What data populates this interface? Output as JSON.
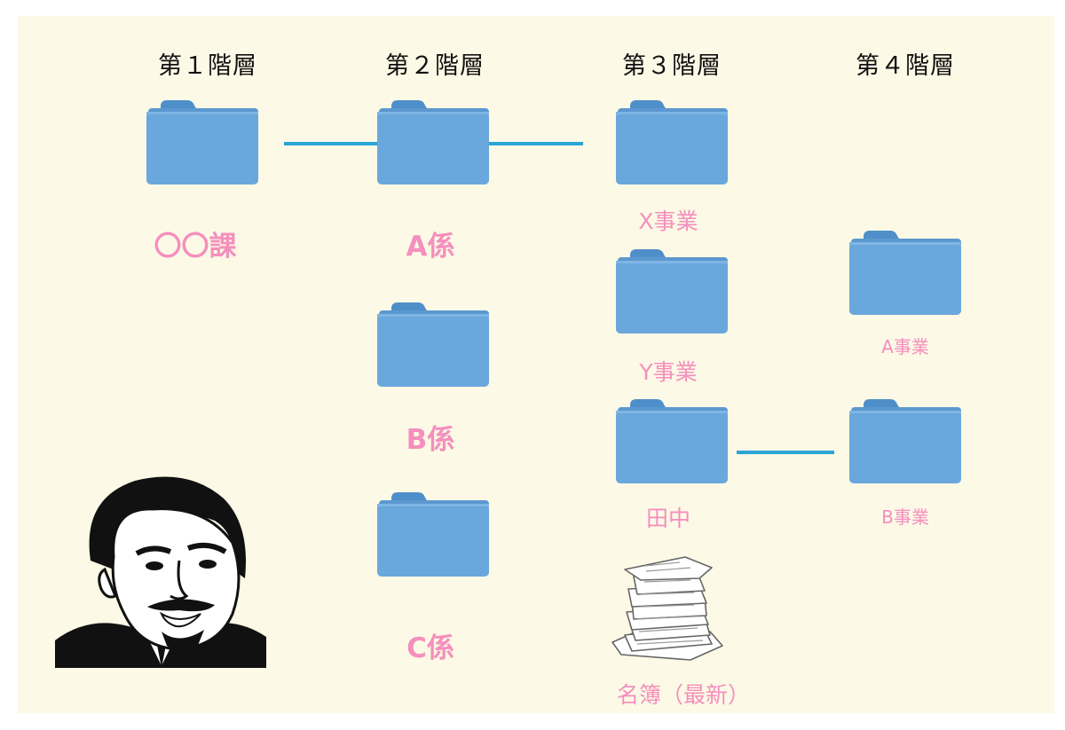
{
  "colors": {
    "background": "#fcf9e6",
    "folder": "#6aa7dc",
    "folder_tab": "#4f8fc9",
    "label": "#f58fbd",
    "connector": "#2aa5d6"
  },
  "headers": [
    "第１階層",
    "第２階層",
    "第３階層",
    "第４階層"
  ],
  "level1": {
    "label": "〇〇課",
    "icon": "folder-icon"
  },
  "level2": [
    {
      "label": "A係",
      "icon": "folder-icon"
    },
    {
      "label": "B係",
      "icon": "folder-icon"
    },
    {
      "label": "C係",
      "icon": "folder-icon"
    }
  ],
  "level3": [
    {
      "label": "X事業",
      "icon": "folder-icon"
    },
    {
      "label": "Y事業",
      "icon": "folder-icon"
    },
    {
      "label": "田中",
      "icon": "folder-icon"
    },
    {
      "label": "名簿（最新）",
      "icon": "paper-pile-icon"
    }
  ],
  "level4": [
    {
      "label": "A事業",
      "icon": "folder-icon"
    },
    {
      "label": "B事業",
      "icon": "folder-icon"
    }
  ],
  "illustration": "suspicious-man-face"
}
